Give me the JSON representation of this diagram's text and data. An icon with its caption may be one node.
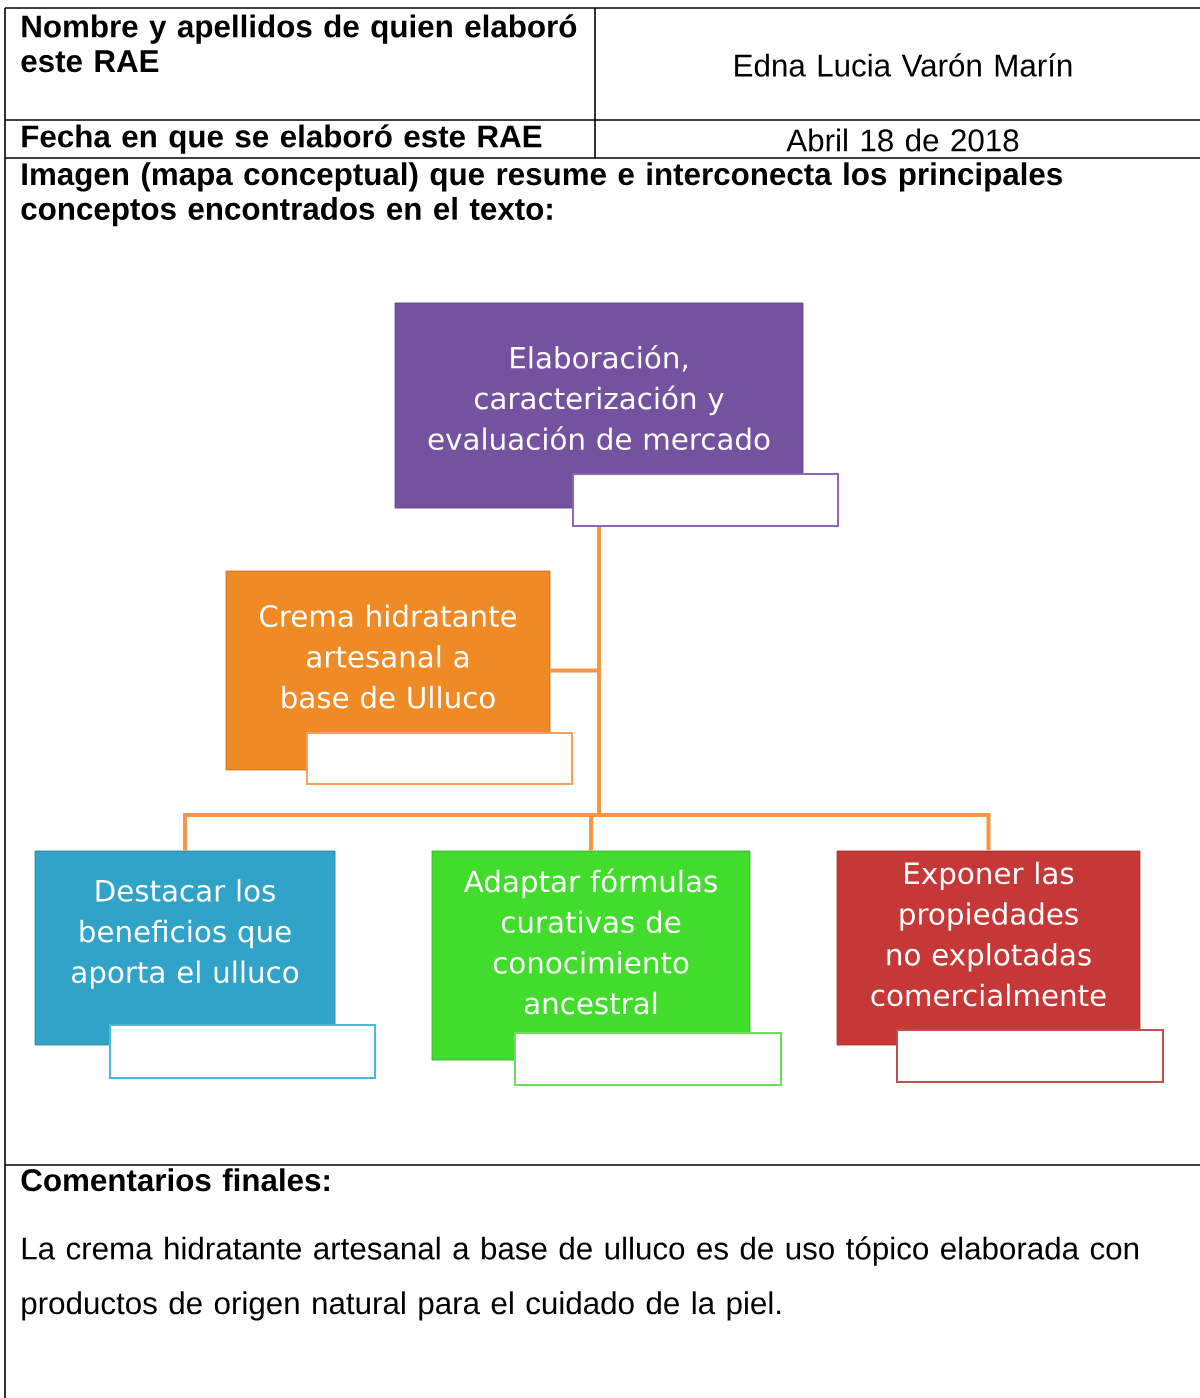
{
  "diagram": {
    "nodes": [
      {
        "text": [
          "Elaboración, caracterización y evaluación de mercado"
        ]
      },
      {
        "text": [
          "Crema hidratante artesanal a base de Ulluco"
        ]
      },
      {
        "text": [
          "Destacar los beneficios  que aporta el ulluco"
        ]
      },
      {
        "text": [
          "Adaptar fórmulas curativas de conocimiento ancestral"
        ]
      },
      {
        "text": [
          "Exponer las propiedades no explotadas comercialmente"
        ]
      },
      {
        "text": [],
        "shape": "box"
      },
      {
        "text": [],
        "shape": "box"
      },
      {
        "text": [],
        "shape": "box"
      },
      {
        "text": [],
        "shape": "box"
      },
      {
        "text": [],
        "shape": "box"
      }
    ],
    "edges": [
      {
        "from": 5,
        "to": 1,
        "arrow": "none"
      },
      {
        "from": 5,
        "to": 2,
        "arrow": "none"
      },
      {
        "from": 5,
        "to": 3,
        "arrow": "none"
      },
      {
        "from": 5,
        "to": 4,
        "arrow": "none"
      }
    ],
    "labels": [
      "Nombre y apellidos de quien elaboró este RAE",
      "Edna Lucia Varón Marín",
      "Fecha en que se elaboró este RAE",
      "Abril 18 de 2018",
      "Imagen (mapa conceptual) que resume e interconecta los principales conceptos encontrados en el texto:",
      "Comentarios finales:",
      "La crema hidratante artesanal a base de ulluco es de uso tópico elaborada con productos de origen natural para el cuidado de la piel."
    ]
  }
}
